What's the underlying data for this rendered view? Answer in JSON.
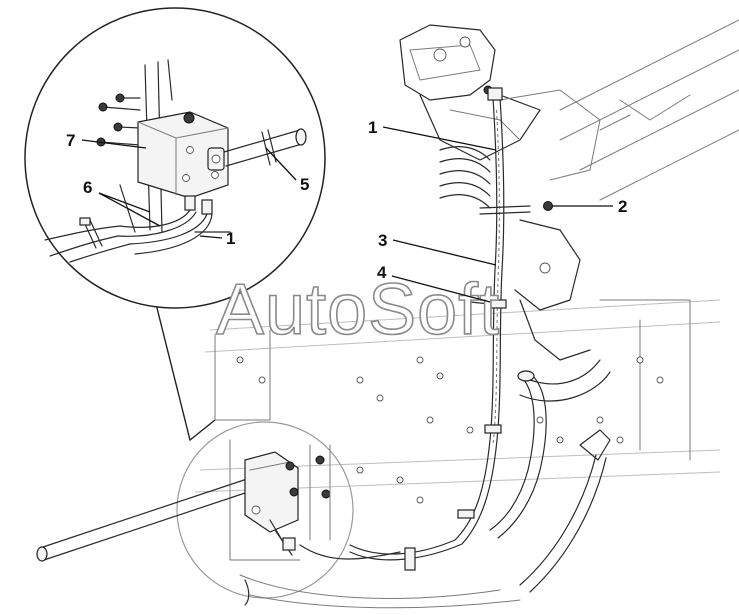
{
  "watermark": "AutoSoft",
  "callouts": {
    "main_1": "1",
    "main_2": "2",
    "main_3": "3",
    "main_4": "4",
    "detail_7": "7",
    "detail_6": "6",
    "detail_5": "5",
    "detail_1": "1"
  },
  "colors": {
    "line": "#2a2a2a",
    "light_line": "#7a7a7a",
    "paper": "#ffffff"
  }
}
